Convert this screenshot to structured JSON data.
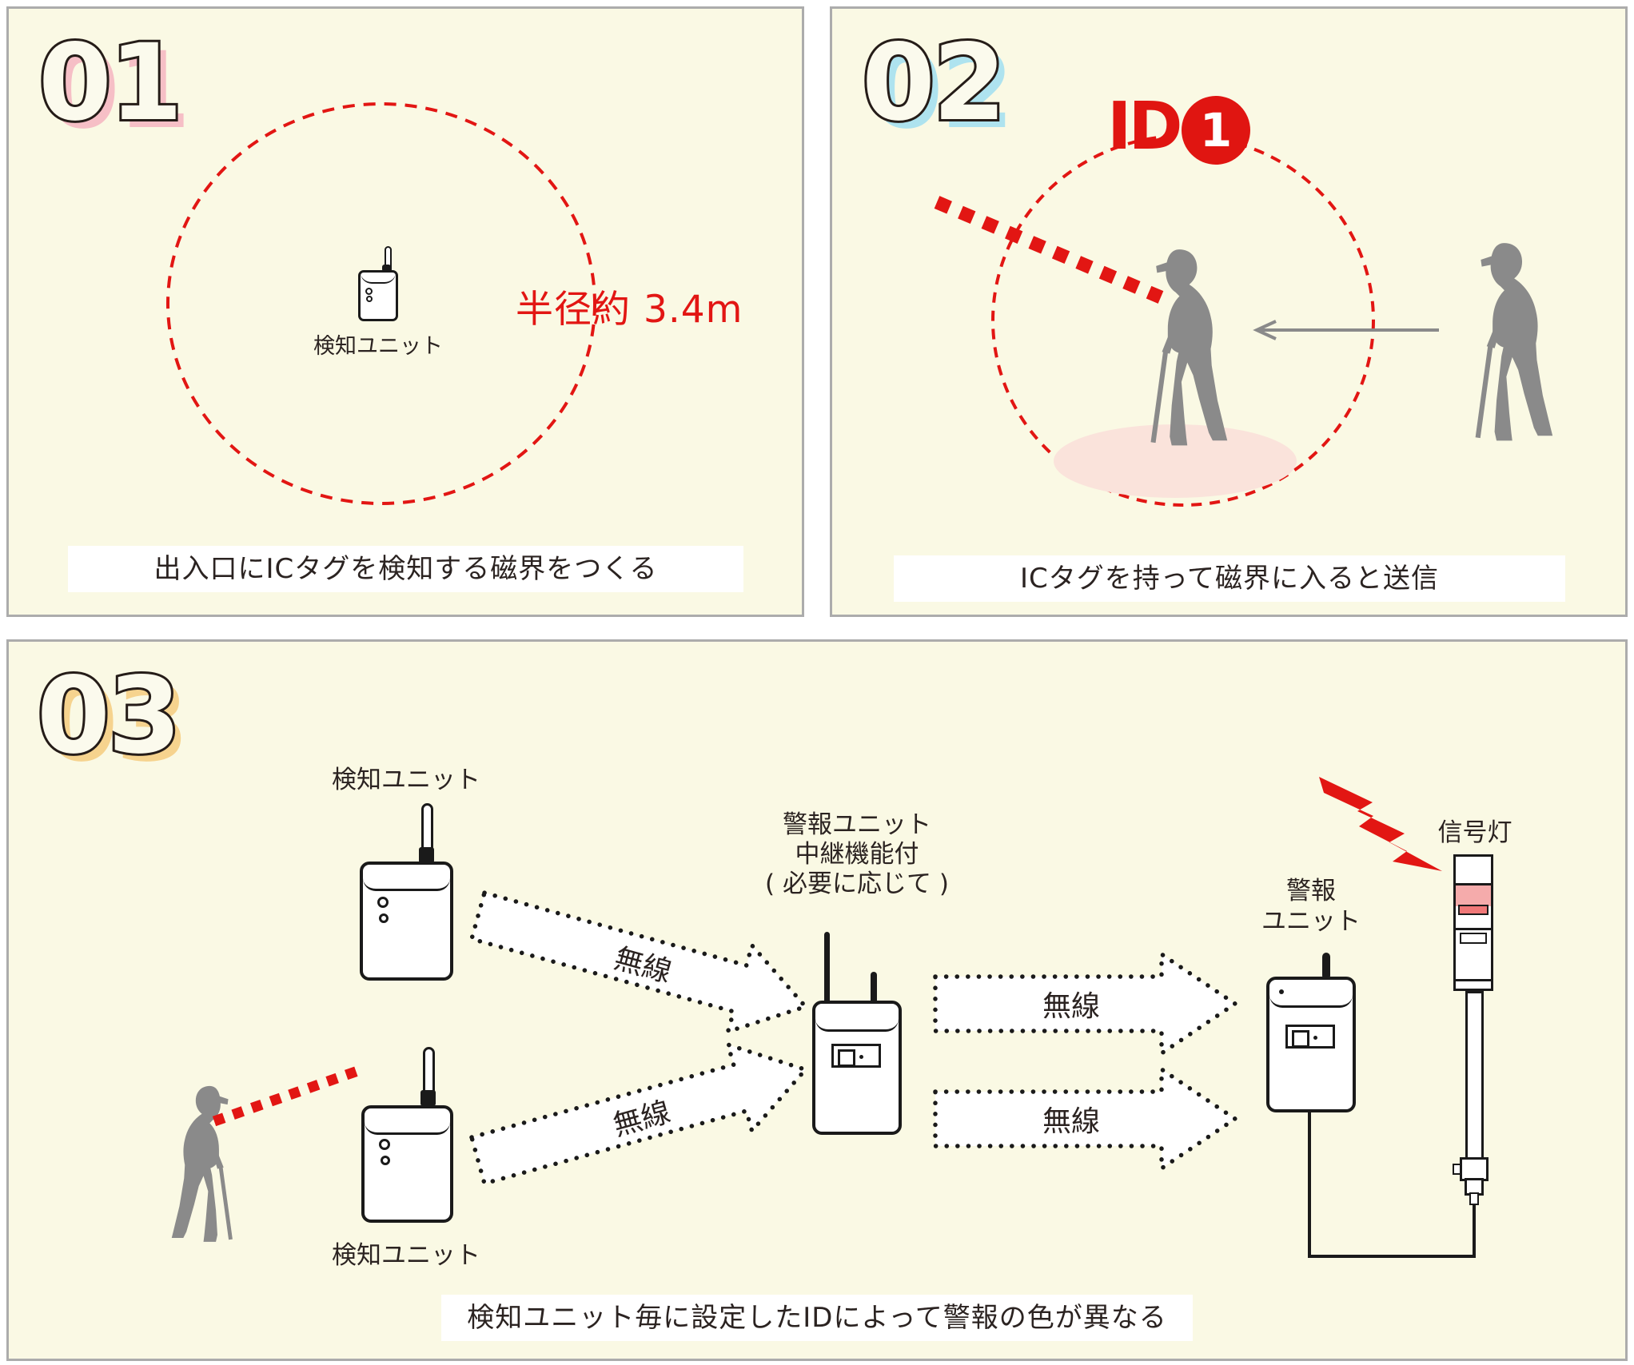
{
  "panels": {
    "p1": {
      "number": "01",
      "unit_label": "検知ユニット",
      "radius_label": "半径約 3.4m",
      "caption": "出入口にICタグを検知する磁界をつくる"
    },
    "p2": {
      "number": "02",
      "id_label": "ID",
      "id_number": "1",
      "caption": "ICタグを持って磁界に入ると送信"
    },
    "p3": {
      "number": "03",
      "unit_top_label": "検知ユニット",
      "unit_bottom_label": "検知ユニット",
      "relay_label_line1": "警報ユニット",
      "relay_label_line2": "中継機能付",
      "relay_label_line3": "( 必要に応じて )",
      "wireless_label_1": "無線",
      "wireless_label_2": "無線",
      "wireless_label_3": "無線",
      "wireless_label_4": "無線",
      "alarm_label_line1": "警報",
      "alarm_label_line2": "ユニット",
      "signal_light_label": "信号灯",
      "caption": "検知ユニット毎に設定したIDによって警報の色が異なる"
    }
  },
  "colors": {
    "panel_background": "#faf9e4",
    "panel_border": "#acacac",
    "accent_red": "#e21613",
    "number_shadow_pink": "#f6bfc6",
    "number_shadow_cyan": "#aee3ef",
    "number_shadow_orange": "#f6d38e",
    "person_gray": "#8a8a8a",
    "ground_pink": "#fae3db",
    "lamp_pink": "#f5abab",
    "lamp_red": "#f07878",
    "ink": "#1a1a1a"
  }
}
